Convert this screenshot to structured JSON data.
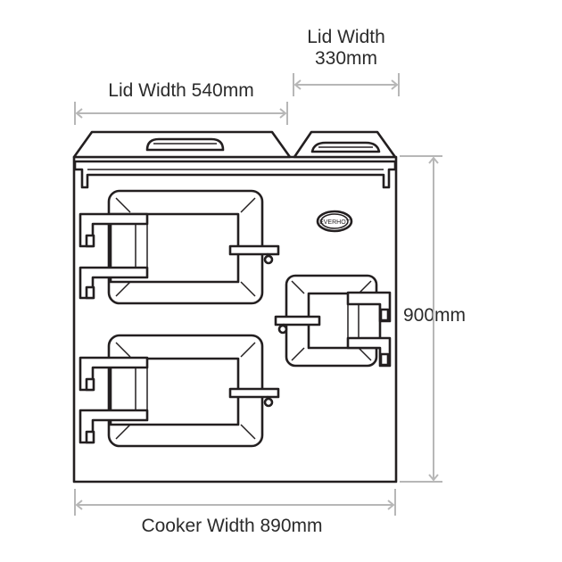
{
  "labels": {
    "lid_right_line1": "Lid Width",
    "lid_right_line2": "330mm",
    "lid_left": "Lid Width 540mm",
    "height": "900mm",
    "cooker_width": "Cooker Width 890mm"
  },
  "badge_text": "EVERHOT",
  "colors": {
    "ink": "#231f20",
    "dimension": "#b7b7b7",
    "text": "#2b2b2b"
  }
}
